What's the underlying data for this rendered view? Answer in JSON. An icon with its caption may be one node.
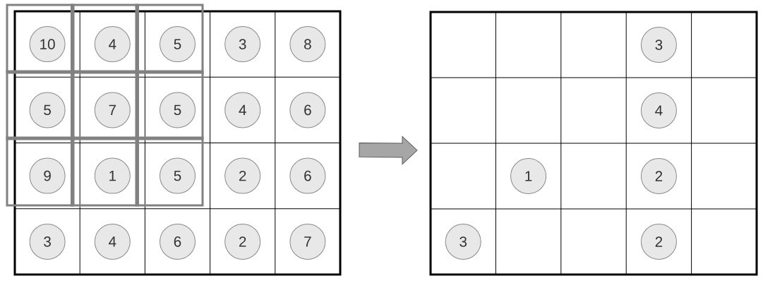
{
  "diagram": {
    "nodes": [
      {
        "text": [],
        "shape": "grid"
      },
      {
        "text": [
          "10"
        ],
        "in": 0
      },
      {
        "text": [
          "4"
        ],
        "in": 0
      },
      {
        "text": [
          "5"
        ],
        "in": 0
      },
      {
        "text": [
          "3"
        ],
        "in": 0
      },
      {
        "text": [
          "8"
        ],
        "in": 0
      },
      {
        "text": [
          "5"
        ],
        "in": 0
      },
      {
        "text": [
          "7"
        ],
        "in": 0
      },
      {
        "text": [
          "5"
        ],
        "in": 0
      },
      {
        "text": [
          "4"
        ],
        "in": 0
      },
      {
        "text": [
          "6"
        ],
        "in": 0
      },
      {
        "text": [
          "9"
        ],
        "in": 0
      },
      {
        "text": [
          "1"
        ],
        "in": 0
      },
      {
        "text": [
          "5"
        ],
        "in": 0
      },
      {
        "text": [
          "2"
        ],
        "in": 0
      },
      {
        "text": [
          "6"
        ],
        "in": 0
      },
      {
        "text": [
          "3"
        ],
        "in": 0
      },
      {
        "text": [
          "4"
        ],
        "in": 0
      },
      {
        "text": [
          "6"
        ],
        "in": 0
      },
      {
        "text": [
          "2"
        ],
        "in": 0
      },
      {
        "text": [
          "7"
        ],
        "in": 0
      },
      {
        "text": [],
        "shape": "grid"
      },
      {
        "text": [
          "3"
        ],
        "in": 21
      },
      {
        "text": [
          "4"
        ],
        "in": 21
      },
      {
        "text": [
          "1"
        ],
        "in": 21
      },
      {
        "text": [
          "2"
        ],
        "in": 21
      },
      {
        "text": [
          "3"
        ],
        "in": 21
      },
      {
        "text": [
          "2"
        ],
        "in": 21
      }
    ],
    "edges": [
      {
        "from": 0,
        "to": 21,
        "arrow": "to"
      }
    ]
  }
}
